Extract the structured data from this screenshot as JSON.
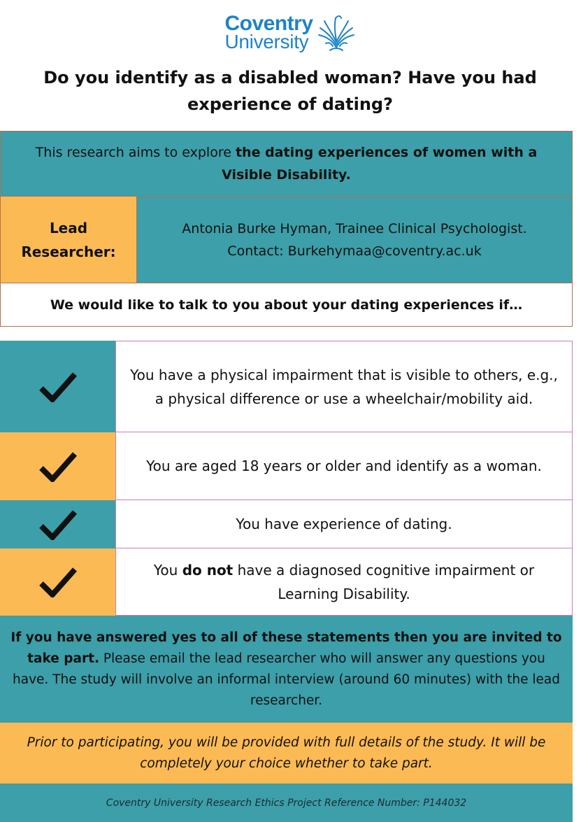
{
  "logo": {
    "line1": "Coventry",
    "line2": "University",
    "color": "#1e83c9"
  },
  "headline": "Do you identify as a disabled woman? Have you had experience of dating?",
  "aim": {
    "prefix": "This research aims to explore ",
    "bold": "the dating experiences of women with a Visible Disability."
  },
  "lead": {
    "label": "Lead Researcher:",
    "value": "Antonia Burke Hyman, Trainee Clinical Psychologist. Contact: Burkehymaa@coventry.ac.uk"
  },
  "talk": "We would like to talk to you about your dating experiences if…",
  "criteria": [
    {
      "text": "You have a physical impairment that is visible to others, e.g., a physical difference or use a wheelchair/mobility aid.",
      "check_icon": "checkmark-icon"
    },
    {
      "text": "You are aged 18 years or older and identify as a woman.",
      "check_icon": "checkmark-icon"
    },
    {
      "text": "You have experience of dating.",
      "check_icon": "checkmark-icon"
    },
    {
      "prefix": "You ",
      "bold": "do not",
      "suffix": " have a diagnosed cognitive impairment or Learning Disability.",
      "check_icon": "checkmark-icon"
    }
  ],
  "invite": {
    "bold": "If you have answered yes to all of these statements then you are invited to take part.",
    "rest": " Please email the lead researcher who will answer any questions you have. The study will involve an informal interview (around 60 minutes) with the lead researcher."
  },
  "prior": "Prior to participating, you will be provided with full details of the study. It will be completely your choice whether to take part.",
  "ethics": "Coventry University Research Ethics Project Reference Number: P144032",
  "colors": {
    "teal": "#3c9fa9",
    "orange": "#fcba55",
    "border_brown": "#b2704f",
    "border_pink": "#c97fb8"
  }
}
